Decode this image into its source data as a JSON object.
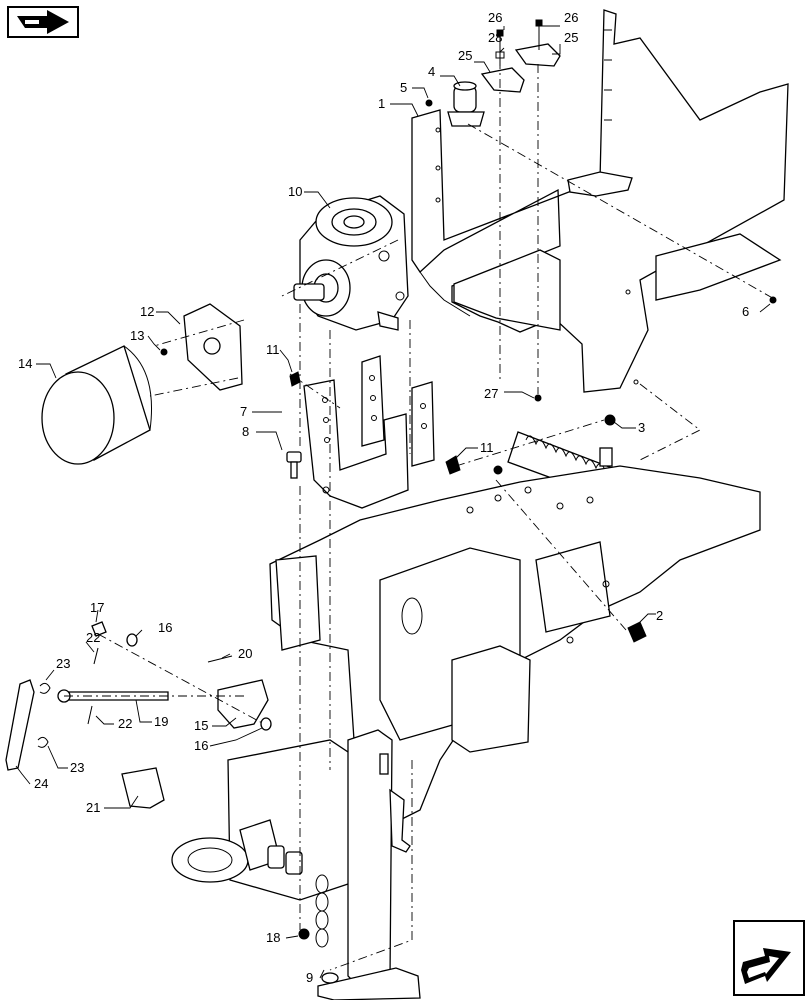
{
  "navigation": {
    "prev_icon": "return-arrow-icon",
    "next_icon": "next-page-arrow-icon"
  },
  "callouts": [
    "1",
    "2",
    "3",
    "4",
    "5",
    "6",
    "7",
    "8",
    "9",
    "10",
    "11",
    "11",
    "12",
    "13",
    "14",
    "15",
    "16",
    "16",
    "17",
    "18",
    "19",
    "20",
    "21",
    "22",
    "22",
    "23",
    "23",
    "24",
    "25",
    "25",
    "26",
    "26",
    "27",
    "28"
  ]
}
